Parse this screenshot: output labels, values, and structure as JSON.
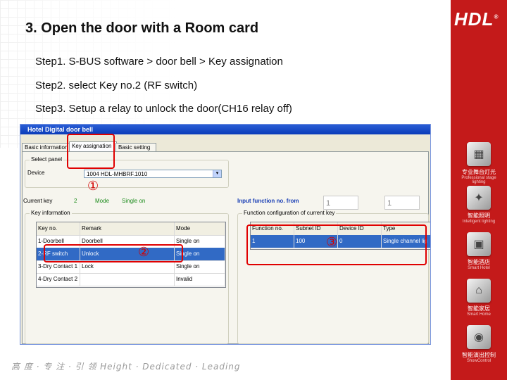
{
  "slide": {
    "title": "3. Open the door with a Room card",
    "steps": [
      "Step1. S-BUS software > door bell > Key assignation",
      "Step2. select Key no.2 (RF switch)",
      "Step3. Setup a relay to unlock the door(CH16 relay off)"
    ],
    "footer": "高 度 · 专 注 · 引 领   Height · Dedicated · Leading"
  },
  "brand": {
    "logo": "HDL",
    "logo_mark": "®",
    "color": "#c41a1a"
  },
  "side_features": [
    {
      "cn": "专业舞台灯光",
      "en": "Professional stage lighting",
      "icon": "stage-lighting-icon"
    },
    {
      "cn": "智能照明",
      "en": "Intelligent lighting",
      "icon": "bulb-icon"
    },
    {
      "cn": "智能酒店",
      "en": "Smart Hotel",
      "icon": "hotel-icon"
    },
    {
      "cn": "智能家居",
      "en": "Smart Home",
      "icon": "home-icon"
    },
    {
      "cn": "智能演出控制",
      "en": "ShowControl",
      "icon": "show-control-icon"
    }
  ],
  "app": {
    "window_title": "Hotel Digital door bell",
    "tabs": [
      "Basic information",
      "Key assignation",
      "Basic setting"
    ],
    "select_panel_label": "Select panel",
    "device_label": "Device",
    "device_value": "1004 HDL-MHBRF.1010",
    "current_key_label": "Current key",
    "current_key_value": "2",
    "mode_label": "Mode",
    "mode_value": "Single on",
    "input_function_label": "Input function no. from",
    "input_from": "1",
    "input_to": "1",
    "key_info_label": "Key information",
    "key_columns": [
      "Key no.",
      "Remark",
      "Mode"
    ],
    "key_rows": [
      {
        "key": "1-Doorbell",
        "remark": "Doorbell",
        "mode": "Single on"
      },
      {
        "key": "2-RF switch",
        "remark": "Unlock",
        "mode": "Single on"
      },
      {
        "key": "3-Dry Contact 1",
        "remark": "Lock",
        "mode": "Single on"
      },
      {
        "key": "4-Dry Contact 2",
        "remark": "",
        "mode": "Invalid"
      }
    ],
    "func_config_label": "Function configuration of current key",
    "func_columns": [
      "Function no.",
      "Subnet ID",
      "Device ID",
      "Type"
    ],
    "func_rows": [
      {
        "no": "1",
        "subnet": "100",
        "device": "0",
        "type": "Single channel lig"
      }
    ]
  },
  "annotations": [
    "①",
    "②",
    "③"
  ]
}
